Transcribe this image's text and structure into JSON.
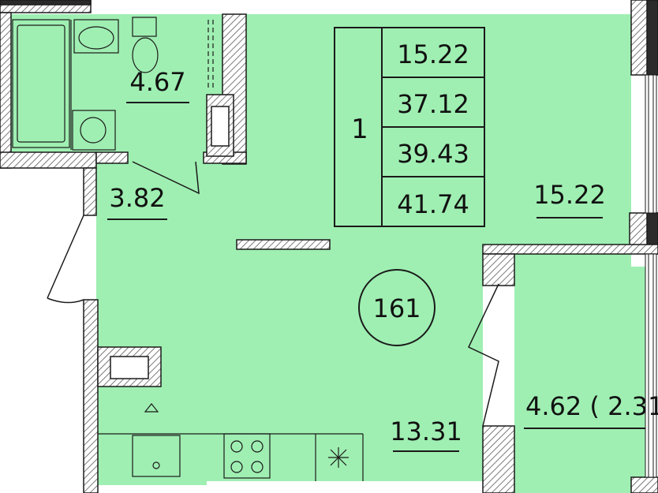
{
  "apartment_number": "1",
  "area_table": [
    "15.22",
    "37.12",
    "39.43",
    "41.74"
  ],
  "rooms": {
    "bathroom": "4.67",
    "hallway": "3.82",
    "living_room": "15.22",
    "kitchen": "13.31",
    "balcony": "4.62 ( 2.31"
  },
  "unit_badge": "161",
  "colors": {
    "room_fill": "#9fefb2",
    "wall": "#2b2b2b",
    "wall_hatch": "#8a8a8a",
    "line": "#1a1a1a",
    "background": "#ffffff"
  },
  "icons": [
    "bathtub-icon",
    "sink-icon",
    "toilet-icon",
    "washing-machine-icon",
    "stove-icon",
    "kitchen-sink-icon",
    "fan-icon"
  ]
}
